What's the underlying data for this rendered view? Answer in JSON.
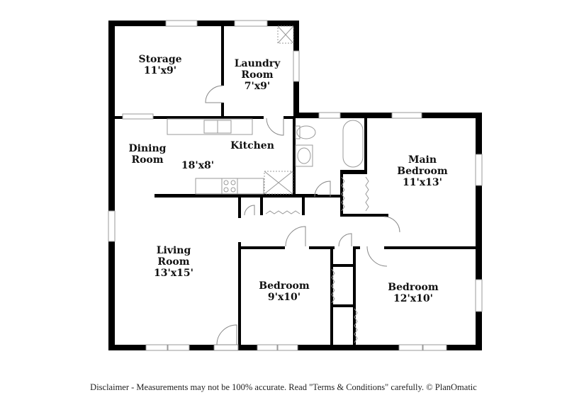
{
  "floorplan": {
    "rooms": [
      {
        "name": "Storage",
        "dims": "11'x9'"
      },
      {
        "name": "Laundry Room",
        "line1": "Laundry",
        "line2": "Room",
        "dims": "7'x9'"
      },
      {
        "name": "Dining Room",
        "line1": "Dining",
        "line2": "Room"
      },
      {
        "name": "Kitchen",
        "dims": "18'x8'"
      },
      {
        "name": "Main Bedroom",
        "line1": "Main",
        "line2": "Bedroom",
        "dims": "11'x13'"
      },
      {
        "name": "Living Room",
        "line1": "Living",
        "line2": "Room",
        "dims": "13'x15'"
      },
      {
        "name": "Bedroom",
        "dims": "9'x10'"
      },
      {
        "name": "Bedroom",
        "dims": "12'x10'"
      }
    ],
    "colors": {
      "wall": "#000000",
      "fixture": "#9a9a9a",
      "window": "#aaaaaa",
      "text": "#111111"
    }
  },
  "footer": {
    "disclaimer": "Disclaimer - Measurements may not be 100% accurate. Read \"Terms & Conditions\" carefully. © PlanOmatic"
  }
}
